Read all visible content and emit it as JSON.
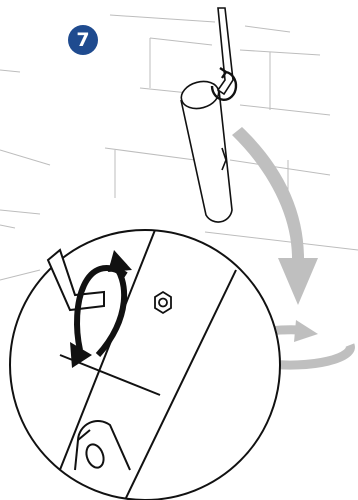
{
  "step": {
    "number": "7"
  },
  "colors": {
    "badge": "#1f4b8f",
    "line": "#111111",
    "wall": "#bdbdbd",
    "arrow": "#bfbfbf"
  },
  "illustration": {
    "wall-icon": "brick-wall",
    "tool-icon": "hex-key",
    "part-icon": "cylindrical-post",
    "motion-icons": [
      "rotate-arrow",
      "swing-down-arrow",
      "horizontal-rotation-arrow"
    ]
  }
}
